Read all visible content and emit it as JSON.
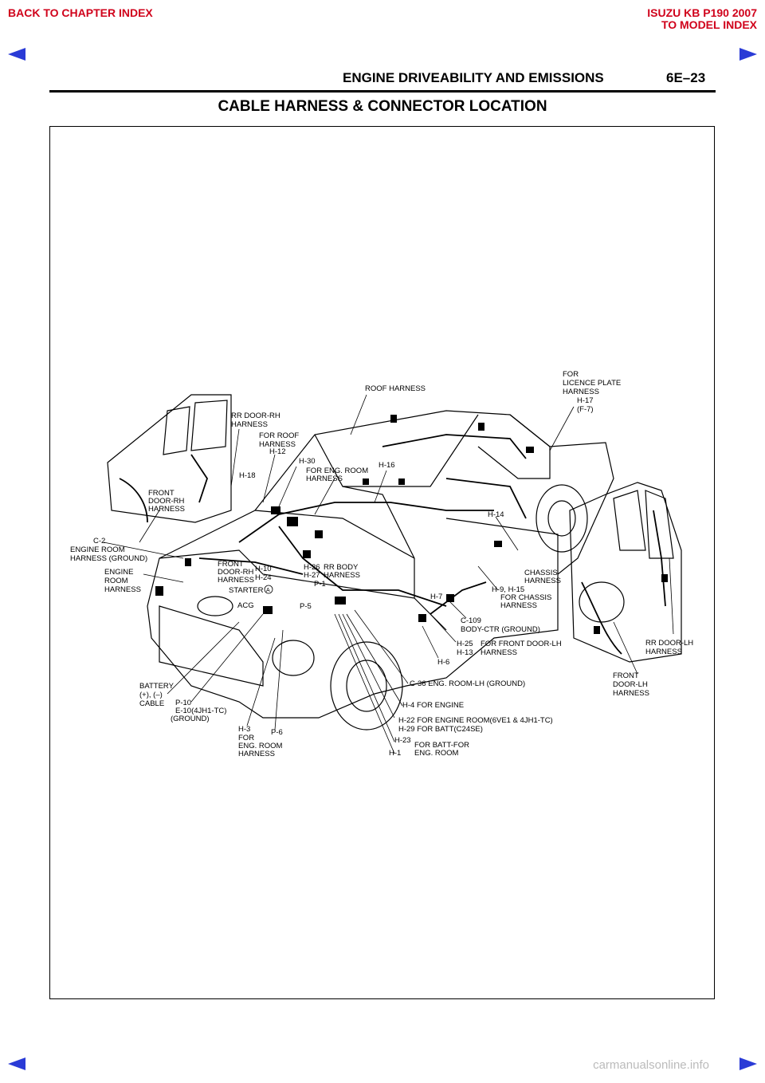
{
  "nav": {
    "back_to_chapter": "BACK TO CHAPTER INDEX",
    "model_line": "ISUZU KB P190 2007",
    "to_model_index": "TO MODEL INDEX"
  },
  "header": {
    "title": "ENGINE DRIVEABILITY AND EMISSIONS",
    "page": "6E–23"
  },
  "section_title": "CABLE HARNESS & CONNECTOR LOCATION",
  "labels": {
    "for_licence_1": "FOR",
    "for_licence_2": "LICENCE PLATE",
    "for_licence_3": "HARNESS",
    "h17": "H-17",
    "f7": "(F-7)",
    "roof_harness": "ROOF HARNESS",
    "rr_door_rh_1": "RR DOOR-RH",
    "rr_door_rh_2": "HARNESS",
    "for_roof_1": "FOR ROOF",
    "for_roof_2": "HARNESS",
    "h12": "H-12",
    "h30": "H-30",
    "h16": "H-16",
    "for_eng_room_1": "FOR ENG. ROOM",
    "for_eng_room_2": "HARNESS",
    "h18": "H-18",
    "front_door_rh_1": "FRONT",
    "front_door_rh_2": "DOOR-RH",
    "front_door_rh_3": "HARNESS",
    "c2": "C-2",
    "eng_room_ground_1": "ENGINE ROOM",
    "eng_room_ground_2": "HARNESS (GROUND)",
    "engine_room_1": "ENGINE",
    "engine_room_2": "ROOM",
    "engine_room_3": "HARNESS",
    "front_door_rh2_1": "FRONT",
    "front_door_rh2_2": "DOOR-RH",
    "front_door_rh2_3": "HARNESS",
    "h10": "H-10",
    "h24": "H-24",
    "h26": "H-26",
    "h27": "H-27",
    "rr_body_1": "RR BODY",
    "rr_body_2": "HARNESS",
    "p1": "P-1",
    "starter": "STARTER",
    "starter_mark": "A",
    "acg": "ACG",
    "p5": "P-5",
    "h14": "H-14",
    "chassis_1": "CHASSIS",
    "chassis_2": "HARNESS",
    "h9_h15": "H-9, H-15",
    "for_chassis_1": "FOR CHASSIS",
    "for_chassis_2": "HARNESS",
    "h7": "H-7",
    "c109": "C-109",
    "body_ctr": "BODY-CTR (GROUND)",
    "h25": "H-25",
    "h13": "H-13",
    "for_front_door_lh_1": "FOR FRONT DOOR-LH",
    "for_front_door_lh_2": "HARNESS",
    "h6": "H-6",
    "rr_door_lh_1": "RR DOOR-LH",
    "rr_door_lh_2": "HARNESS",
    "front_door_lh_1": "FRONT",
    "front_door_lh_2": "DOOR-LH",
    "front_door_lh_3": "HARNESS",
    "c36": "C-36  ENG. ROOM-LH (GROUND)",
    "h4": "H-4  FOR ENGINE",
    "h22": "H-22 FOR ENGINE ROOM(6VE1 & 4JH1-TC)",
    "h29": "H-29 FOR BATT(C24SE)",
    "h23": "H-23",
    "h1": "H-1",
    "for_batt_1": "FOR BATT-FOR",
    "for_batt_2": "ENG. ROOM",
    "battery_1": "BATTERY",
    "battery_2": "(+), (–)",
    "battery_3": "CABLE",
    "p10": "P-10",
    "e10": "E-10(4JH1-TC)",
    "ground": "(GROUND)",
    "h3": "H-3",
    "h3_for": "FOR",
    "h3_eng": "ENG. ROOM",
    "h3_harness": "HARNESS",
    "p6": "P-6"
  },
  "watermark": "carmanualsonline.info",
  "colors": {
    "nav_red": "#d0021b",
    "nav_arrow_blue": "#2a3bd6"
  }
}
